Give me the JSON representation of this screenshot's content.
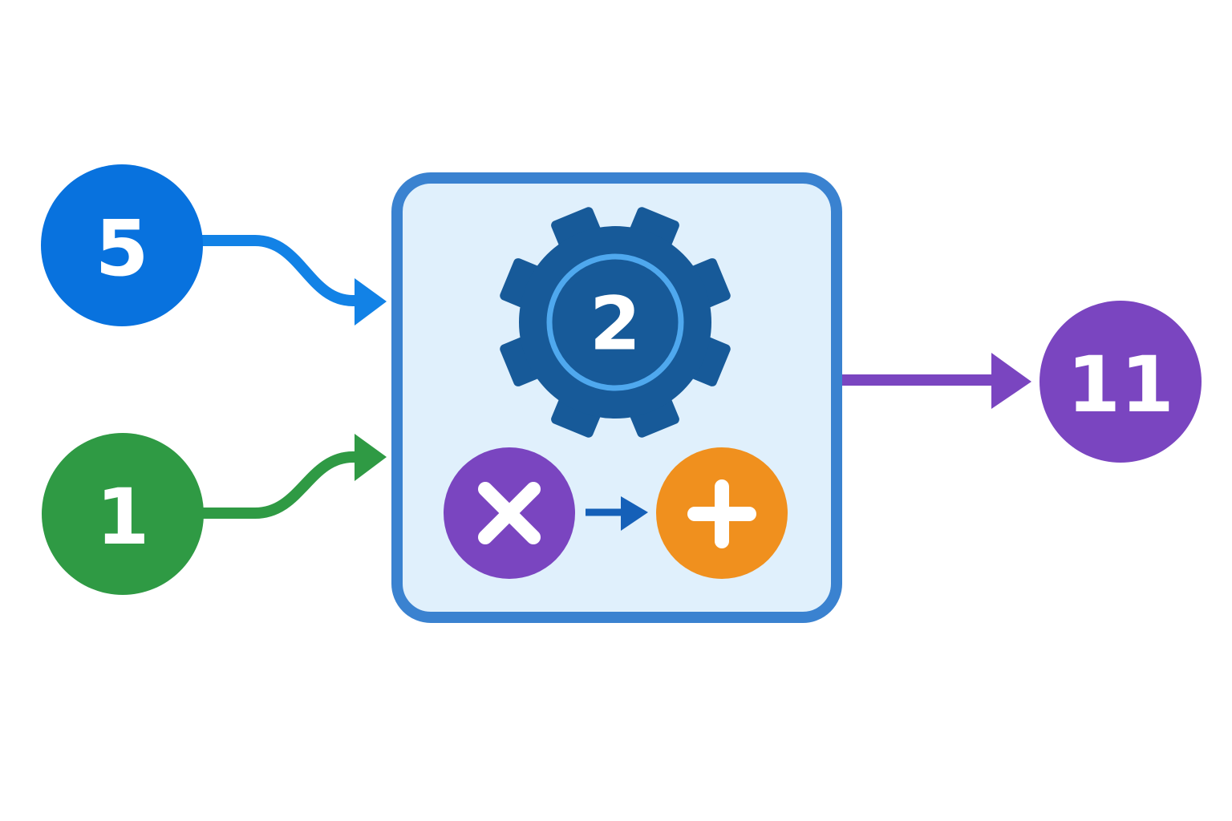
{
  "inputs": {
    "first_value": "5",
    "second_value": "1"
  },
  "processor": {
    "parameter_value": "2",
    "steps": [
      {
        "operation": "multiply",
        "icon": "multiply-icon",
        "color": "#7a45c0"
      },
      {
        "operation": "add",
        "icon": "plus-icon",
        "color": "#f0901e"
      }
    ],
    "icon": "gear-icon"
  },
  "output": {
    "value": "11"
  },
  "colors": {
    "input_a": "#0872de",
    "input_b": "#2f9a44",
    "processor_border": "#3a82d0",
    "processor_fill": "#e0f0fc",
    "gear": "#175a99",
    "gear_ring": "#4fa8ee",
    "output": "#7a45c0"
  }
}
